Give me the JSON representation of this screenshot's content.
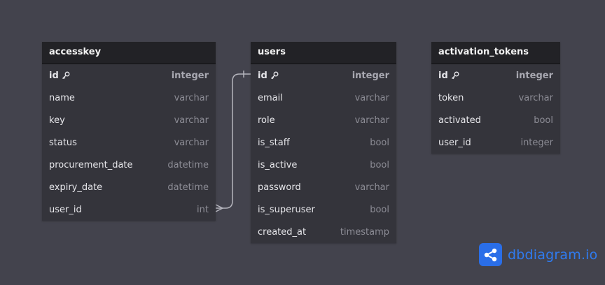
{
  "tables": [
    {
      "name": "accesskey",
      "columns": [
        {
          "name": "id",
          "type": "integer",
          "pk": true
        },
        {
          "name": "name",
          "type": "varchar"
        },
        {
          "name": "key",
          "type": "varchar"
        },
        {
          "name": "status",
          "type": "varchar"
        },
        {
          "name": "procurement_date",
          "type": "datetime"
        },
        {
          "name": "expiry_date",
          "type": "datetime"
        },
        {
          "name": "user_id",
          "type": "int"
        }
      ]
    },
    {
      "name": "users",
      "columns": [
        {
          "name": "id",
          "type": "integer",
          "pk": true
        },
        {
          "name": "email",
          "type": "varchar"
        },
        {
          "name": "role",
          "type": "varchar"
        },
        {
          "name": "is_staff",
          "type": "bool"
        },
        {
          "name": "is_active",
          "type": "bool"
        },
        {
          "name": "password",
          "type": "varchar"
        },
        {
          "name": "is_superuser",
          "type": "bool"
        },
        {
          "name": "created_at",
          "type": "timestamp"
        }
      ]
    },
    {
      "name": "activation_tokens",
      "columns": [
        {
          "name": "id",
          "type": "integer",
          "pk": true
        },
        {
          "name": "token",
          "type": "varchar"
        },
        {
          "name": "activated",
          "type": "bool"
        },
        {
          "name": "user_id",
          "type": "integer"
        }
      ]
    }
  ],
  "relationships": [
    {
      "from": "accesskey.user_id",
      "to": "users.id",
      "type": "many-to-one"
    }
  ],
  "branding": {
    "text": "dbdiagram",
    "suffix": ".io",
    "color": "#2f7bf0",
    "icon": "share-nodes-icon"
  },
  "colors": {
    "background": "#43434d",
    "header": "#222226",
    "body": "#34343b"
  }
}
